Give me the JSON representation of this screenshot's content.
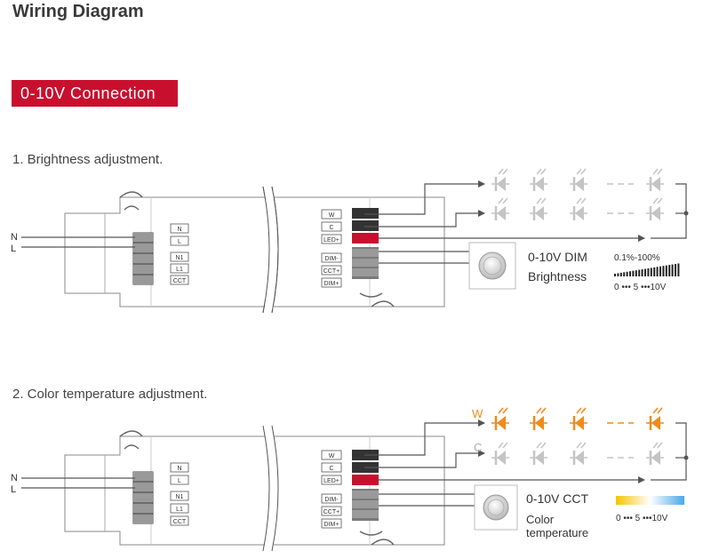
{
  "page": {
    "title": "Wiring Diagram",
    "connection_badge": "0-10V Connection"
  },
  "colors": {
    "accent_red": "#c8102e",
    "led_orange": "#f08a1c",
    "led_grey": "#c4c4c4",
    "wire": "#555555",
    "gradient_cct_start": "#f5c400",
    "gradient_cct_mid": "#ffffff",
    "gradient_cct_end": "#4aa8e8",
    "gradient_brightness": "#222222"
  },
  "sections": [
    {
      "label": "1. Brightness adjustment.",
      "mains_inputs": [
        "N",
        "L"
      ],
      "input_terminals": [
        "N",
        "L",
        "N1",
        "L1",
        "CCT"
      ],
      "output_terminals": [
        "W",
        "C",
        "LED+",
        "DIM-",
        "CCT+",
        "DIM+"
      ],
      "dimmer_label": "0-10V DIM",
      "dimmer_sublabel": "Brightness",
      "scale_top": "0.1%-100%",
      "scale_bottom": "0 ••• 5 •••10V",
      "led_rows": [
        "",
        ""
      ]
    },
    {
      "label": "2. Color temperature adjustment.",
      "mains_inputs": [
        "N",
        "L"
      ],
      "input_terminals": [
        "N",
        "L",
        "N1",
        "L1",
        "CCT"
      ],
      "output_terminals": [
        "W",
        "C",
        "LED+",
        "DIM-",
        "CCT+",
        "DIM+"
      ],
      "dimmer_label": "0-10V CCT",
      "dimmer_sublabel_line1": "Color",
      "dimmer_sublabel_line2": "temperature",
      "scale_bottom": "0 ••• 5 •••10V",
      "led_rows": [
        "W",
        "C"
      ]
    }
  ]
}
